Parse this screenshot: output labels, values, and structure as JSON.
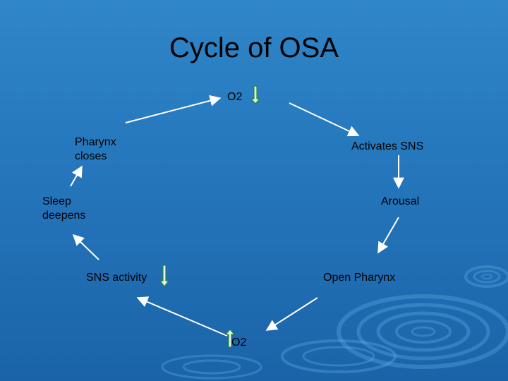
{
  "title": "Cycle of OSA",
  "nodes": {
    "o2_top": "O2",
    "activates_sns": "Activates SNS",
    "arousal": "Arousal",
    "open_pharynx": "Open Pharynx",
    "o2_bottom": "O2",
    "sns_activity": "SNS activity",
    "sleep_deepens": "Sleep\ndeepens",
    "pharynx_closes": "Pharynx\ncloses"
  },
  "indicators": {
    "o2_top": "decrease",
    "sns_activity": "decrease",
    "o2_bottom": "increase"
  },
  "colors": {
    "background_top": "#2f86c8",
    "background_bottom": "#1b63a8",
    "arrow": "#ffffff",
    "indicator_fill": "#eeeeee",
    "indicator_stroke": "#1e8a3a"
  }
}
